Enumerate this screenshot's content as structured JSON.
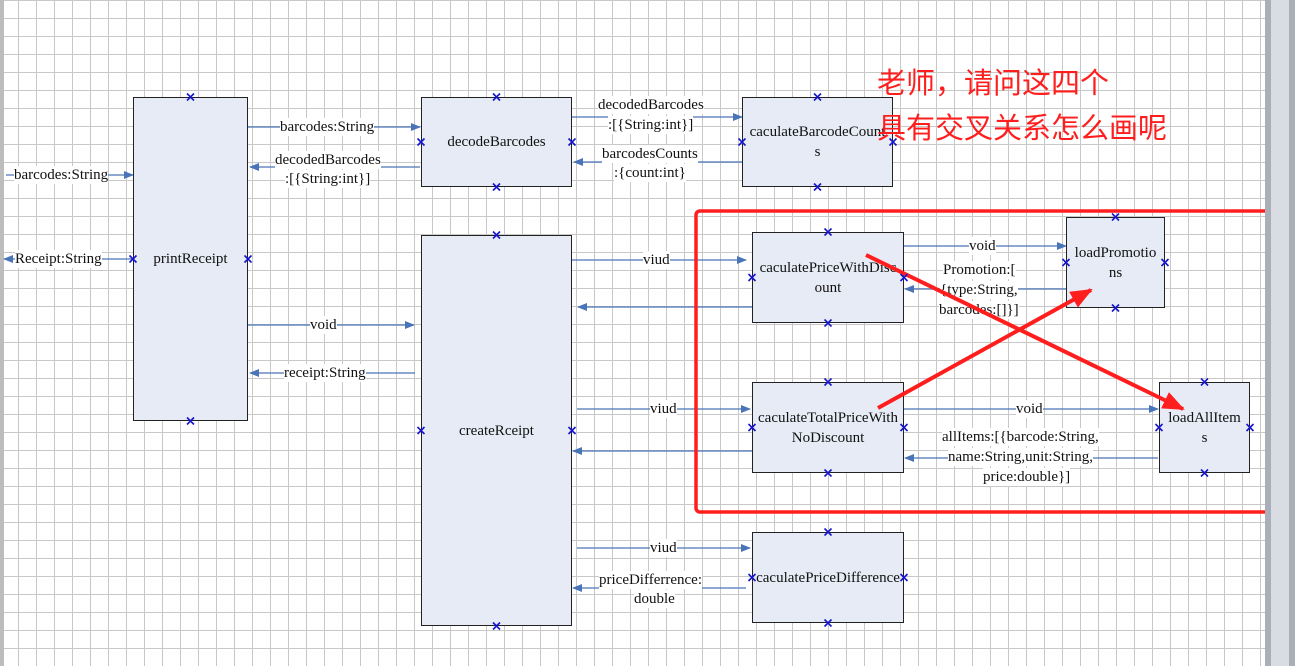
{
  "annotation": {
    "line1": "老师，请问这四个",
    "line2": "具有交叉关系怎么画呢",
    "color": "#ff1e1e"
  },
  "colors": {
    "box_fill": "#e6ebf5",
    "connector": "#4a74b8",
    "handle": "#1616cc",
    "highlight": "#ff1e1e"
  },
  "boxes": {
    "print_receipt": "printReceipt",
    "decode_barcodes": "decodeBarcodes",
    "calculate_barcode_counts": "caculateBarcodeCounts",
    "create_receipt": "createRceipt",
    "calculate_price_with_discount": "caculatePriceWithDiscount",
    "load_promotions": "loadPromotions",
    "calculate_total_price_no_discount": "caculateTotalPriceWithNoDiscount",
    "load_all_items": "loadAllItems",
    "calculate_price_difference": "caculatePriceDifference"
  },
  "labels": {
    "input_barcodes": "barcodes:String",
    "output_receipt": "Receipt:String",
    "barcodes_to_decode": "barcodes:String",
    "decoded_return_1": "decodedBarcodes",
    "decoded_return_2": ":[{String:int}]",
    "decoded_to_counts_1": "decodedBarcodes",
    "decoded_to_counts_2": ":[{String:int}]",
    "counts_return_1": "barcodesCounts",
    "counts_return_2": ":{count:int}",
    "void_to_create": "void",
    "receipt_return": "receipt:String",
    "viud_discount": "viud",
    "void_promotions": "void",
    "promotion_return_1": "Promotion:[",
    "promotion_return_2": "{type:String,",
    "promotion_return_3": "barcodes:[]}]",
    "viud_total": "viud",
    "void_all_items": "void",
    "all_items_return_1": "allItems:[{barcode:String,",
    "all_items_return_2": "name:String,unit:String,",
    "all_items_return_3": "price:double}]",
    "viud_difference": "viud",
    "difference_return_1": "priceDifferrence:",
    "difference_return_2": "double"
  }
}
